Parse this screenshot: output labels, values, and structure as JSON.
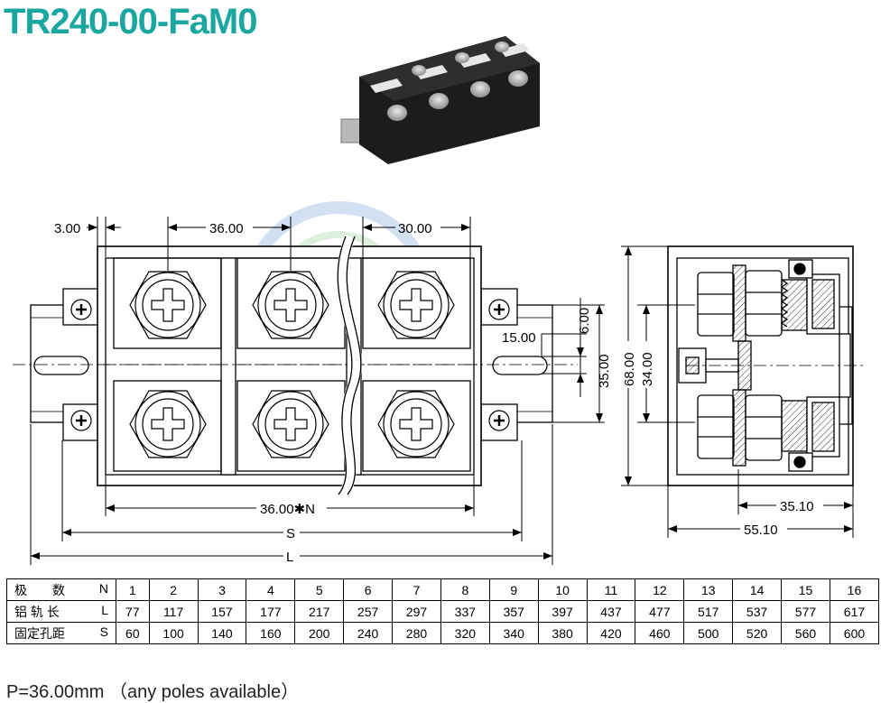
{
  "title": "TR240-00-FaM0",
  "front_view": {
    "dims": {
      "offset": "3.00",
      "pitch": "36.00",
      "pitch2": "30.00",
      "pitch_total": "36.00✱N",
      "s": "S",
      "l": "L"
    },
    "v_dims": {
      "d6": "6.00",
      "d15": "15.00",
      "d35": "35.00"
    }
  },
  "side_view": {
    "dims": {
      "h68": "68.00",
      "h34": "34.00",
      "w35": "35.10",
      "w55": "55.10"
    }
  },
  "spec_table": {
    "rows": [
      {
        "label": "极　　数",
        "symbol": "N",
        "values": [
          "1",
          "2",
          "3",
          "4",
          "5",
          "6",
          "7",
          "8",
          "9",
          "10",
          "11",
          "12",
          "13",
          "14",
          "15",
          "16"
        ]
      },
      {
        "label": "铝 轨 长",
        "symbol": "L",
        "values": [
          "77",
          "117",
          "157",
          "177",
          "217",
          "257",
          "297",
          "337",
          "357",
          "397",
          "437",
          "477",
          "517",
          "537",
          "577",
          "617"
        ]
      },
      {
        "label": "固定孔距",
        "symbol": "S",
        "values": [
          "60",
          "100",
          "140",
          "160",
          "200",
          "240",
          "280",
          "320",
          "340",
          "380",
          "420",
          "460",
          "500",
          "520",
          "560",
          "600"
        ]
      }
    ]
  },
  "footnote": "P=36.00mm （any poles available）"
}
